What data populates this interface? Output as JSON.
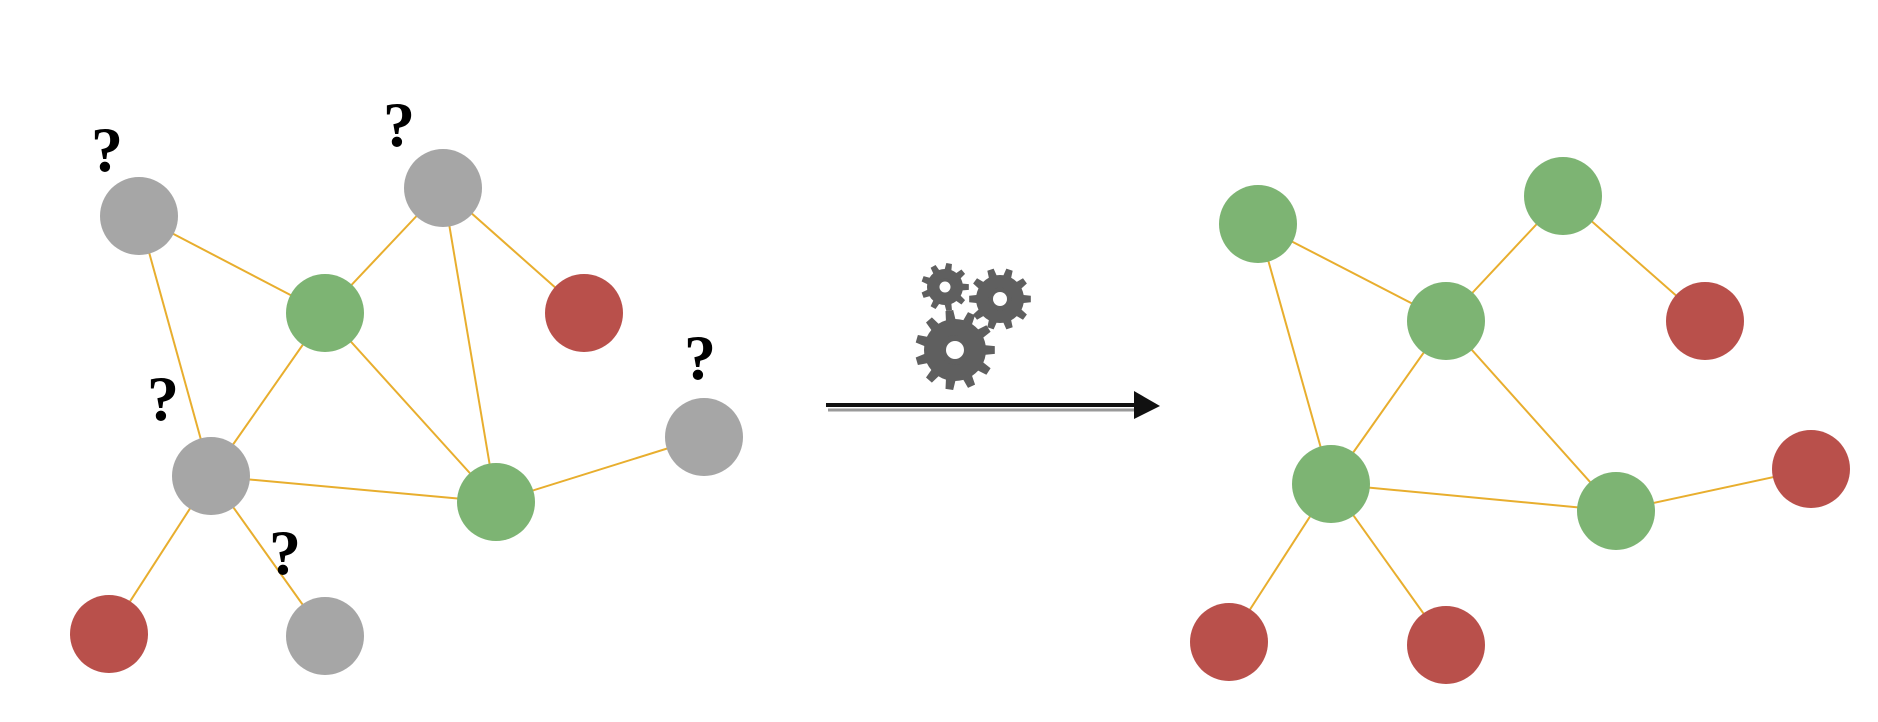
{
  "colors": {
    "edge": "#E8AE2E",
    "known_green": "#7DB473",
    "known_red": "#B9504B",
    "unknown_gray": "#A6A6A6",
    "gear": "#5F5F5F",
    "arrow": "#111111",
    "question_mark": "#000000"
  },
  "question_mark_text": "?",
  "icons": {
    "process": "gears-icon",
    "transition": "right-arrow-icon"
  },
  "input_graph": {
    "nodes": [
      {
        "id": "a",
        "state": "unknown"
      },
      {
        "id": "b",
        "state": "unknown"
      },
      {
        "id": "c",
        "state": "green"
      },
      {
        "id": "d",
        "state": "red"
      },
      {
        "id": "e",
        "state": "unknown"
      },
      {
        "id": "f",
        "state": "unknown"
      },
      {
        "id": "g",
        "state": "green"
      },
      {
        "id": "h",
        "state": "red"
      },
      {
        "id": "i",
        "state": "unknown"
      }
    ],
    "edges": [
      [
        "a",
        "c"
      ],
      [
        "a",
        "e"
      ],
      [
        "b",
        "c"
      ],
      [
        "b",
        "d"
      ],
      [
        "b",
        "g"
      ],
      [
        "c",
        "e"
      ],
      [
        "c",
        "g"
      ],
      [
        "e",
        "g"
      ],
      [
        "e",
        "h"
      ],
      [
        "e",
        "i"
      ],
      [
        "g",
        "f"
      ]
    ],
    "question_marks_on": [
      "a",
      "b",
      "e",
      "f",
      "i"
    ]
  },
  "output_graph": {
    "nodes": [
      {
        "id": "a",
        "state": "green"
      },
      {
        "id": "b",
        "state": "green"
      },
      {
        "id": "c",
        "state": "green"
      },
      {
        "id": "d",
        "state": "red"
      },
      {
        "id": "e",
        "state": "green"
      },
      {
        "id": "f",
        "state": "red"
      },
      {
        "id": "g",
        "state": "green"
      },
      {
        "id": "h",
        "state": "red"
      },
      {
        "id": "i",
        "state": "red"
      }
    ],
    "edges": [
      [
        "a",
        "c"
      ],
      [
        "a",
        "e"
      ],
      [
        "b",
        "c"
      ],
      [
        "b",
        "d"
      ],
      [
        "c",
        "e"
      ],
      [
        "c",
        "g"
      ],
      [
        "e",
        "g"
      ],
      [
        "e",
        "h"
      ],
      [
        "e",
        "i"
      ],
      [
        "g",
        "f"
      ]
    ]
  }
}
